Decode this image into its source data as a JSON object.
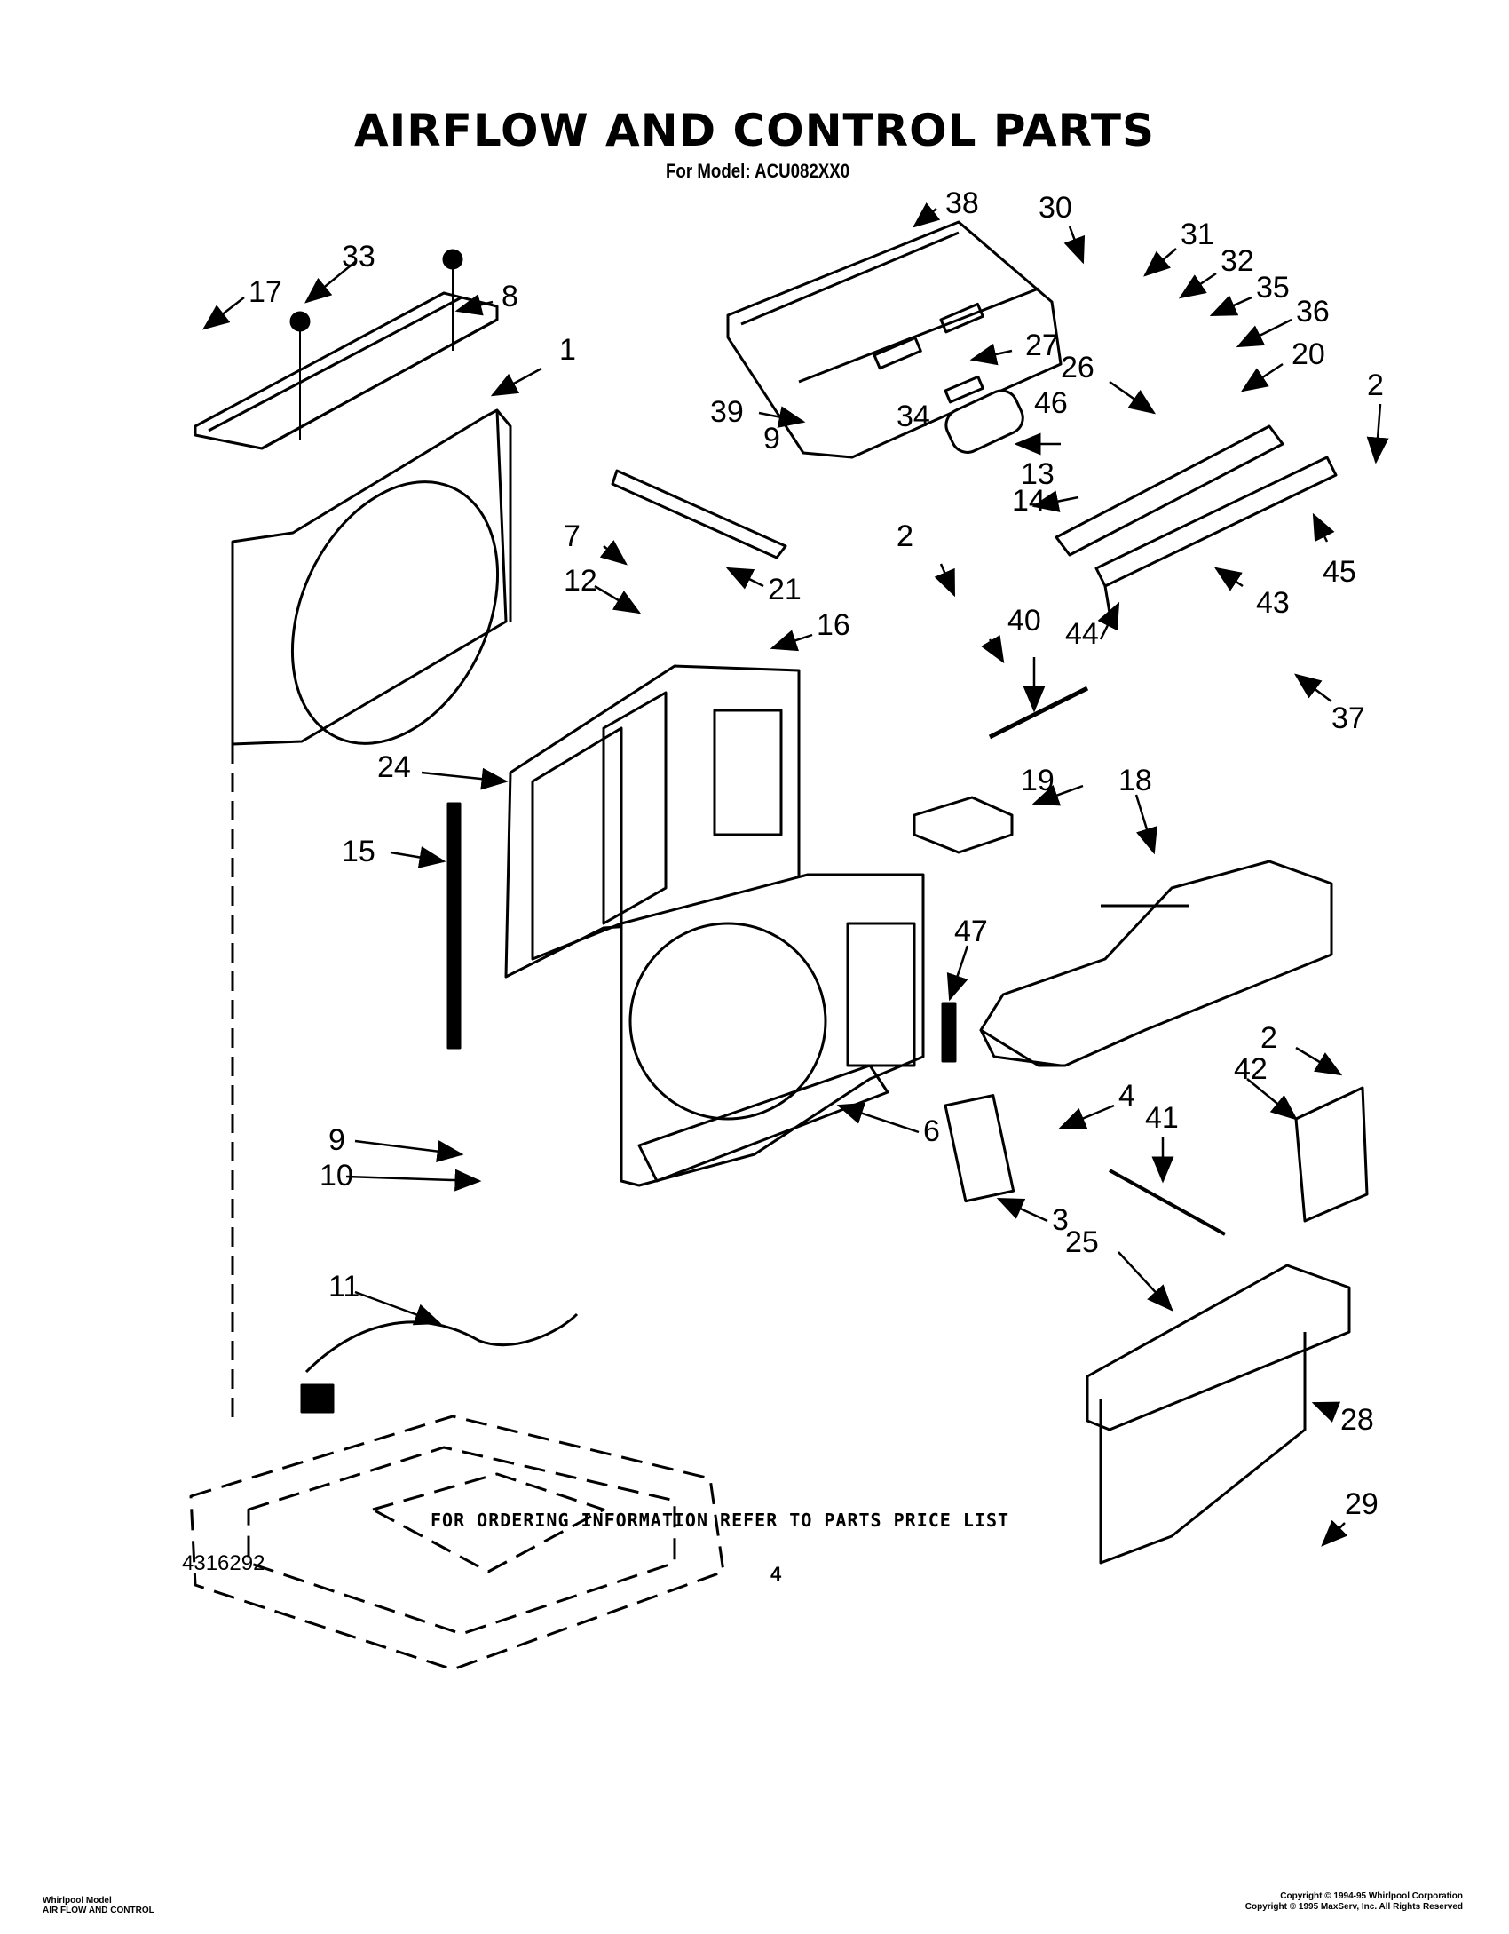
{
  "header": {
    "title": "AIRFLOW AND CONTROL PARTS",
    "model_line": "For Model: ACU082XX0"
  },
  "callouts": [
    "38",
    "30",
    "31",
    "32",
    "35",
    "36",
    "27",
    "26",
    "20",
    "2",
    "33",
    "17",
    "8",
    "1",
    "39",
    "34",
    "9",
    "13",
    "46",
    "14",
    "2",
    "45",
    "43",
    "44",
    "2",
    "7",
    "21",
    "12",
    "16",
    "40",
    "37",
    "24",
    "19",
    "18",
    "15",
    "47",
    "2",
    "42",
    "4",
    "41",
    "9",
    "10",
    "6",
    "3",
    "25",
    "11",
    "28",
    "29"
  ],
  "footer": {
    "ordering_note": "FOR ORDERING INFORMATION REFER TO PARTS PRICE LIST",
    "doc_number": "4316292",
    "page_number": "4",
    "left_line1": "Whirlpool Model",
    "left_line2": "AIR FLOW AND CONTROL",
    "right_line1": "Copyright © 1994-95 Whirlpool Corporation",
    "right_line2": "Copyright © 1995 MaxServ, Inc.  All Rights Reserved"
  }
}
